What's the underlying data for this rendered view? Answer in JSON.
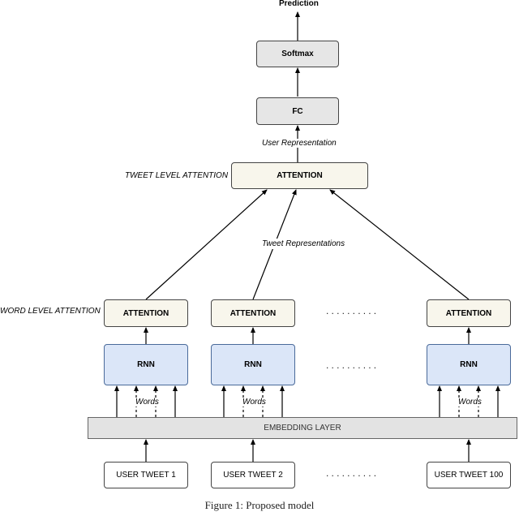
{
  "top": {
    "prediction": "Prediction",
    "softmax": "Softmax",
    "fc": "FC",
    "user_representation": "User Representation"
  },
  "tweet_level": {
    "side_label": "TWEET LEVEL ATTENTION",
    "attention": "ATTENTION"
  },
  "tweet_representations": "Tweet Representations",
  "word_level": {
    "side_label": "WORD LEVEL ATTENTION"
  },
  "columns": [
    {
      "attention": "ATTENTION",
      "rnn": "RNN",
      "words": "Words",
      "tweet": "USER TWEET 1"
    },
    {
      "attention": "ATTENTION",
      "rnn": "RNN",
      "words": "Words",
      "tweet": "USER TWEET 2"
    },
    {
      "attention": "ATTENTION",
      "rnn": "RNN",
      "words": "Words",
      "tweet": "USER TWEET 100"
    }
  ],
  "ellipsis": "..........",
  "embedding_layer": "EMBEDDING LAYER",
  "caption": "Figure 1: Proposed model"
}
